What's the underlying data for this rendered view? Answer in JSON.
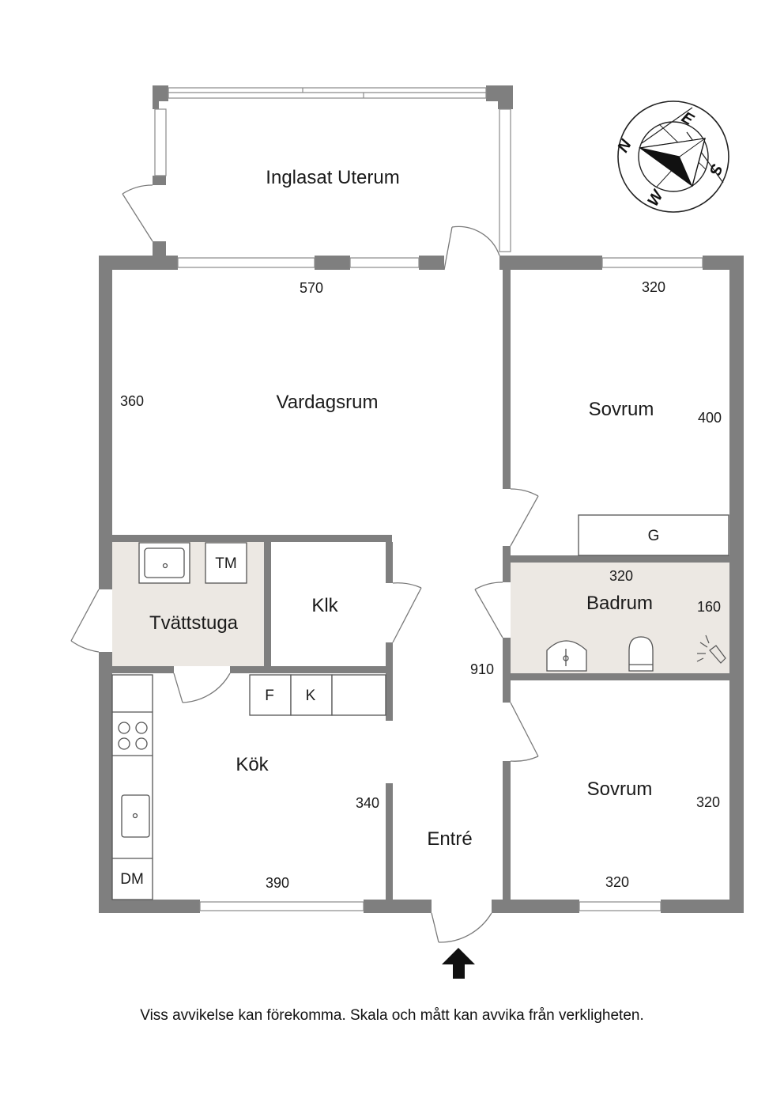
{
  "rooms": {
    "uterum": "Inglasat Uterum",
    "vardagsrum": "Vardagsrum",
    "sovrum_top": "Sovrum",
    "tvattstuga": "Tvättstuga",
    "klk": "Klk",
    "badrum": "Badrum",
    "kok": "Kök",
    "entre": "Entré",
    "sovrum_bottom": "Sovrum"
  },
  "dimensions": {
    "vardagsrum_width": "570",
    "vardagsrum_depth": "360",
    "sovrum_top_width": "320",
    "sovrum_top_depth": "400",
    "badrum_width": "320",
    "badrum_depth": "160",
    "hall_length": "910",
    "kok_depth": "340",
    "kok_width": "390",
    "sovrum_bottom_depth": "320",
    "sovrum_bottom_width": "320"
  },
  "fixtures": {
    "tm": "TM",
    "g": "G",
    "f": "F",
    "k": "K",
    "dm": "DM"
  },
  "compass": {
    "n": "N",
    "e": "E",
    "s": "S",
    "w": "W"
  },
  "colors": {
    "wall": "#7f7f7f",
    "wet_room_floor": "#ece8e3"
  },
  "disclaimer": "Viss avvikelse kan förekomma. Skala och mått kan avvika från verkligheten."
}
